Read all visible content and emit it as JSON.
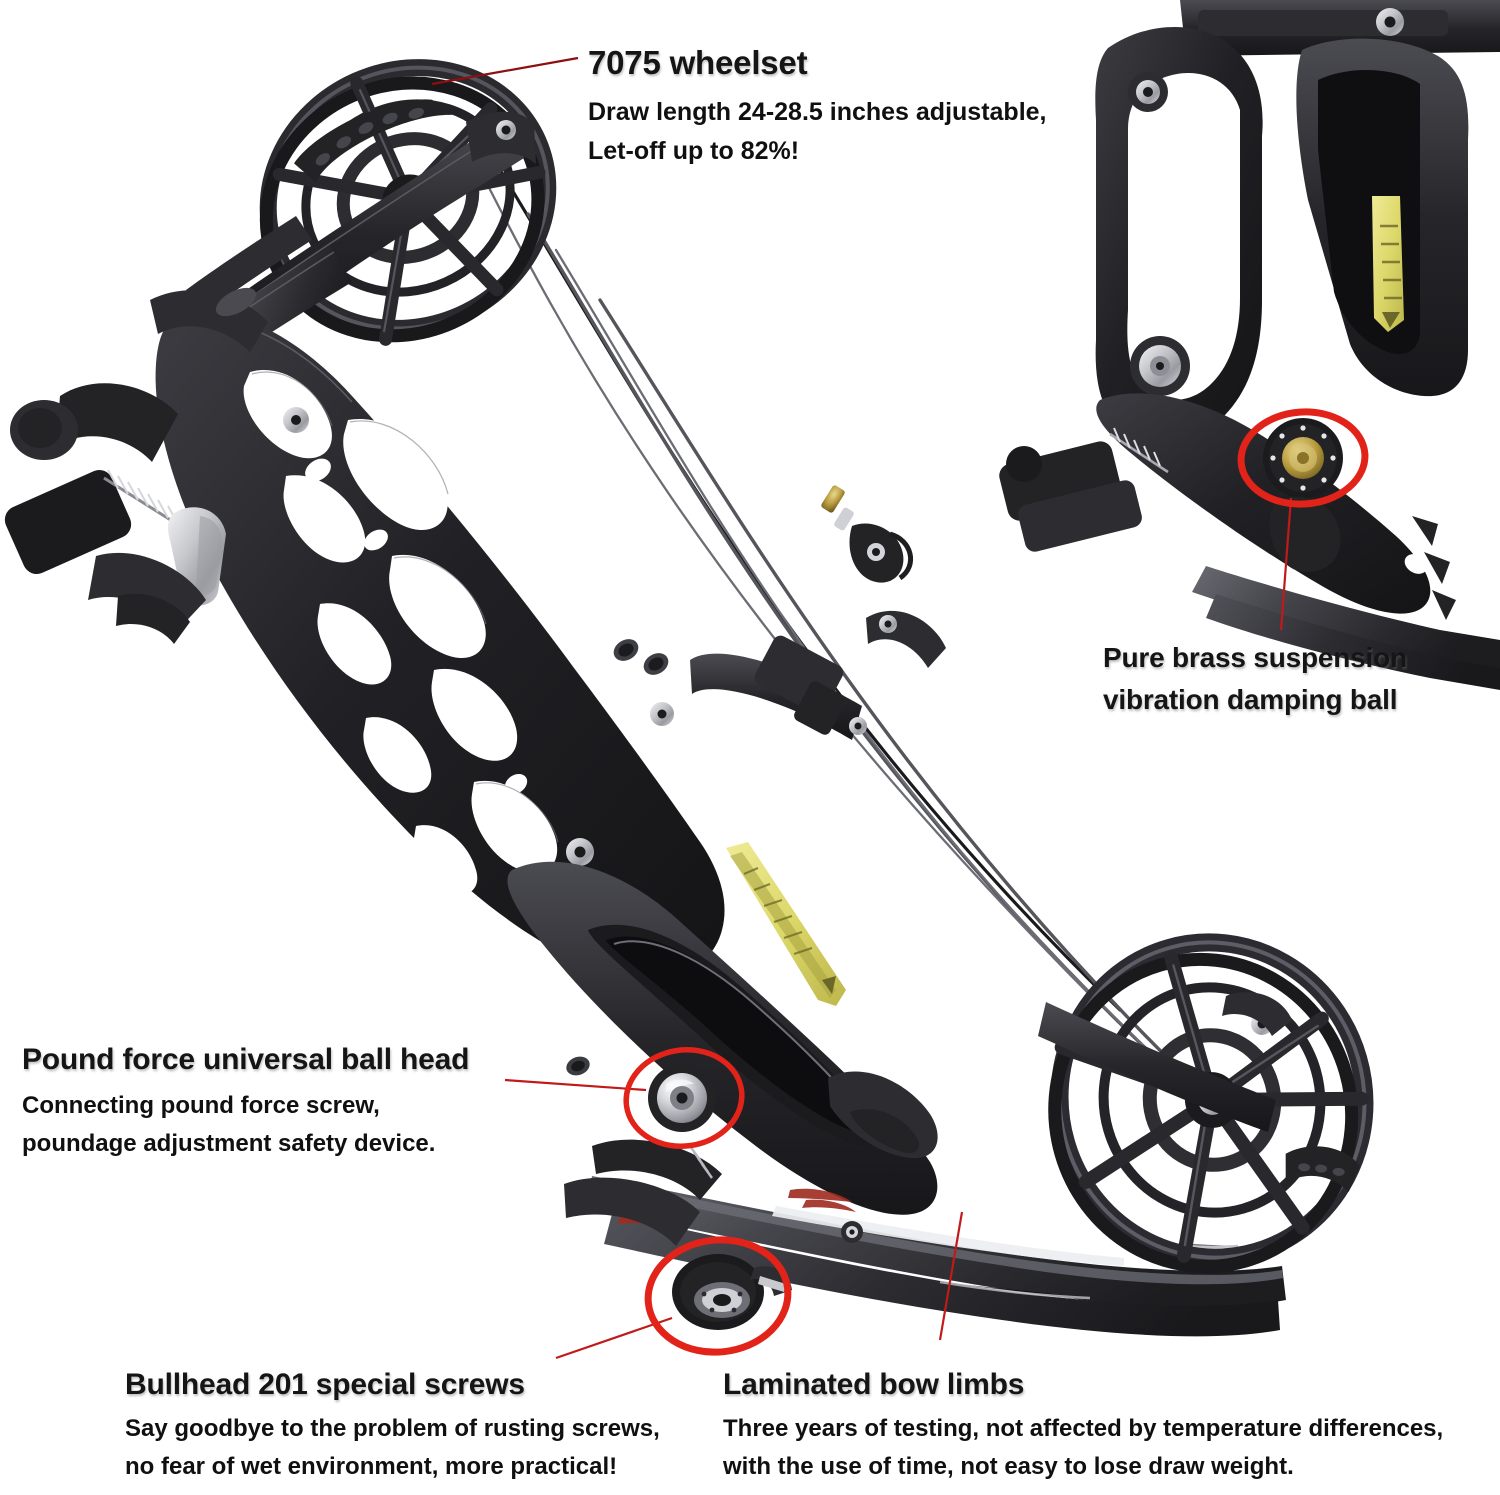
{
  "page": {
    "type": "product-infographic",
    "subject": "compound bow",
    "background_color": "#ffffff",
    "accent_color": "#e2231a",
    "leader_line_color": "#c01a1a",
    "text_color": "#151515"
  },
  "callouts": [
    {
      "id": "wheelset",
      "title": "7075 wheelset",
      "lines": [
        "Draw length 24-28.5 inches adjustable,",
        "Let-off up to 82%!"
      ]
    },
    {
      "id": "brass-ball",
      "title_line_1": "Pure brass suspension",
      "title_line_2": "vibration damping ball",
      "lines": []
    },
    {
      "id": "pound-force",
      "title": "Pound force universal ball head",
      "lines": [
        "Connecting pound force screw,",
        "poundage adjustment safety device."
      ]
    },
    {
      "id": "bullhead-screws",
      "title": "Bullhead 201 special screws",
      "lines": [
        "Say goodbye to the problem of rusting screws,",
        "no fear of wet environment, more practical!"
      ]
    },
    {
      "id": "laminated-limbs",
      "title": "Laminated bow limbs",
      "lines": [
        "Three years of testing, not affected by temperature differences,",
        "with the use of time, not easy to lose draw weight."
      ]
    }
  ],
  "annotations": {
    "highlight_rings": [
      {
        "id": "brass-ball-ring",
        "target": "brass damping ball",
        "color": "#e2231a"
      },
      {
        "id": "ball-head-ring",
        "target": "pound force universal ball head",
        "color": "#e2231a"
      },
      {
        "id": "bullhead-screw-ring",
        "target": "bullhead 201 screw",
        "color": "#e2231a"
      }
    ]
  },
  "product": {
    "main_view": {
      "name": "full compound bow, angled view",
      "parts": [
        "top 7075 cam wheel",
        "skeletonized riser",
        "grip",
        "cable guard",
        "bowstring",
        "cables",
        "laminated limbs",
        "bottom 7075 cam wheel",
        "limb bolt screw",
        "universal ball head",
        "bullhead 201 screw",
        "yellow warning label"
      ]
    },
    "inset_view": {
      "name": "riser close-up detail",
      "parts": [
        "grip",
        "yellow warning label",
        "brass suspension damping ball",
        "limb bolt",
        "bearing pivot"
      ]
    },
    "label_sticker": {
      "color": "#e4e07a",
      "text": "warning label"
    }
  }
}
